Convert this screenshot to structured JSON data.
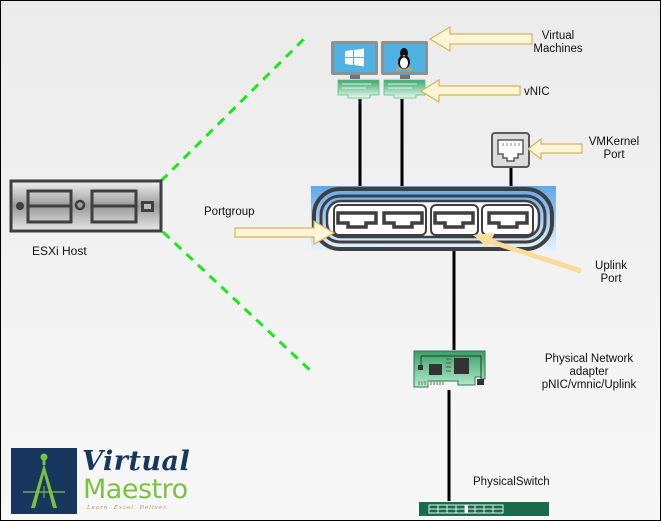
{
  "diagram": {
    "title": "vSphere Standard Switch networking components",
    "nodes": [
      {
        "id": "esxi-host",
        "label": "ESXi Host",
        "icon": "server-icon"
      },
      {
        "id": "vm-windows",
        "label": "",
        "icon": "windows-monitor-icon"
      },
      {
        "id": "vm-linux",
        "label": "",
        "icon": "linux-monitor-icon"
      },
      {
        "id": "vnic-1",
        "label": "",
        "icon": "nic-card-icon"
      },
      {
        "id": "vnic-2",
        "label": "",
        "icon": "nic-card-icon"
      },
      {
        "id": "vmkernel-port",
        "label": "",
        "icon": "ethernet-port-icon"
      },
      {
        "id": "virtual-switch",
        "label": "",
        "icon": "switch-ports-icon"
      },
      {
        "id": "physical-nic",
        "label": "",
        "icon": "nic-card-icon"
      },
      {
        "id": "physical-switch",
        "label": "",
        "icon": "physical-switch-icon"
      }
    ],
    "edges": [
      {
        "from": "vnic-1",
        "to": "virtual-switch.port-1",
        "style": "solid-black"
      },
      {
        "from": "vnic-2",
        "to": "virtual-switch.port-2",
        "style": "solid-black"
      },
      {
        "from": "vmkernel-port",
        "to": "virtual-switch.port-4",
        "style": "solid-black"
      },
      {
        "from": "virtual-switch.port-3",
        "to": "physical-nic",
        "style": "solid-black"
      },
      {
        "from": "physical-nic",
        "to": "physical-switch",
        "style": "solid-black"
      },
      {
        "from": "esxi-host",
        "to": "zoom-area-top",
        "style": "dashed-green"
      },
      {
        "from": "esxi-host",
        "to": "zoom-area-bottom",
        "style": "dashed-green"
      }
    ],
    "callouts": {
      "virtual_machines": [
        "Virtual",
        "Machines"
      ],
      "vnic": "vNIC",
      "vmkernel": [
        "VMKernel",
        "Port"
      ],
      "portgroup": "Portgroup",
      "uplink": [
        "Uplink",
        "Port"
      ],
      "pnic": [
        "Physical Network",
        "adapter",
        "pNIC/vmnic/Uplink"
      ],
      "physical_switch": "PhysicalSwitch",
      "esxi_host": "ESXi Host"
    },
    "colors": {
      "dashed_line": "#1ee61e",
      "arrow_fill": "#fdf5d6",
      "arrow_stroke": "#d8b35a",
      "uplink_arrow": "#fbdc98",
      "switch_blue": "#7fb7ec",
      "nic_green": "#3aa86b",
      "physical_switch": "#1a6b4e",
      "monitor_screen": "#4fb2e3"
    }
  },
  "logo": {
    "line1": "Virtual",
    "line2": "Maestro",
    "tagline": "Learn. Excel. Deliver."
  }
}
